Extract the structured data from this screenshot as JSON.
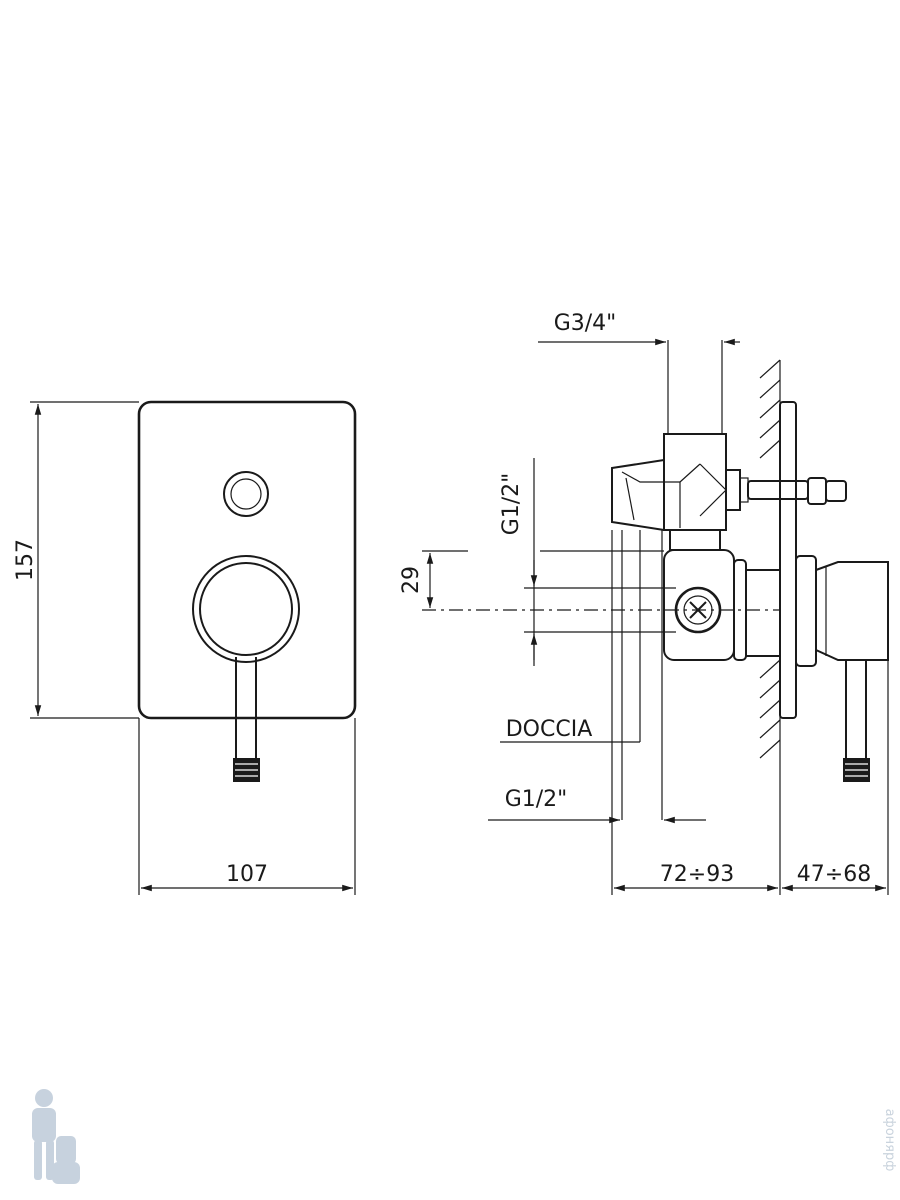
{
  "front_view": {
    "width_label": "107",
    "height_label": "157"
  },
  "side_view": {
    "inlet_label": "G3/4\"",
    "outlet_top_label": "G1/2\"",
    "offset_label": "29",
    "outlet_name_label": "DOCCIA",
    "outlet_bottom_label": "G1/2\"",
    "depth_label": "72÷93",
    "projection_label": "47÷68"
  },
  "watermark": {
    "text": "афонярф",
    "color": "#c9d3dd"
  }
}
